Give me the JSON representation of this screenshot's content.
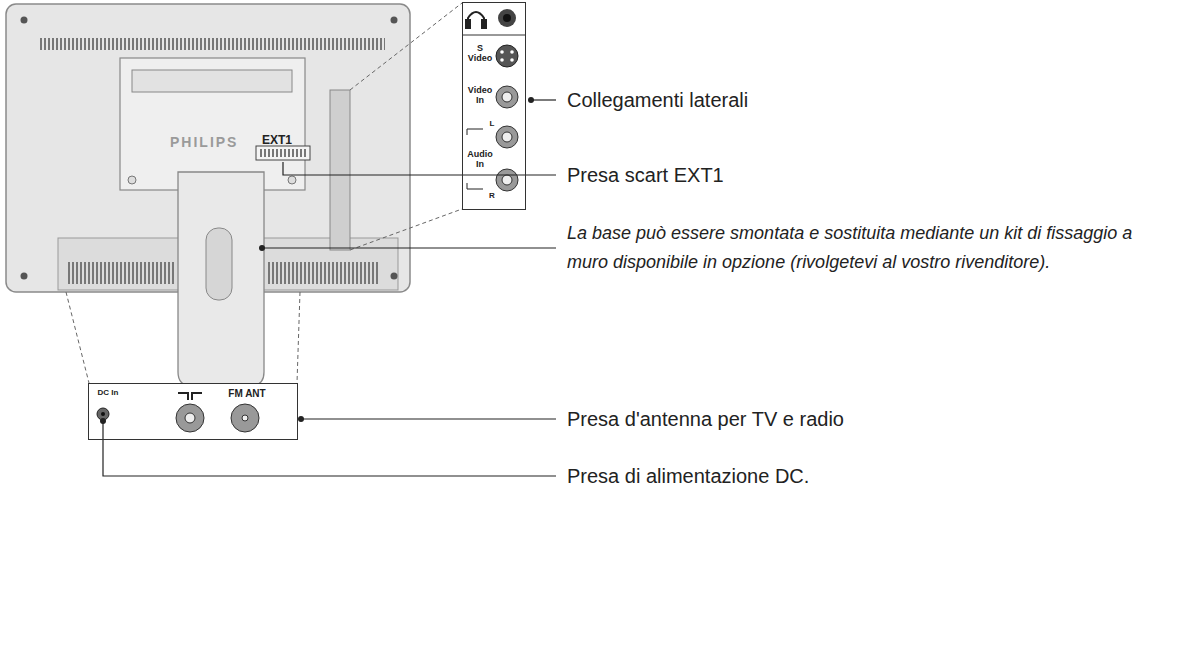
{
  "diagram": {
    "nodes": [
      {
        "text": [
          "S Video",
          "Video In",
          "L",
          "Audio In",
          "R"
        ]
      },
      {
        "text": [
          "DC In",
          "FM ANT"
        ]
      }
    ],
    "labels": [
      "PHILIPS",
      "EXT1",
      "Collegamenti laterali",
      "Presa scart EXT1",
      "La base può essere smontata e sostituita mediante un kit di fissaggio a muro disponibile in opzione (rivolgetevi al vostro rivenditore).",
      "Presa d'antenna per TV e radio",
      "Presa di alimentazione DC."
    ]
  }
}
